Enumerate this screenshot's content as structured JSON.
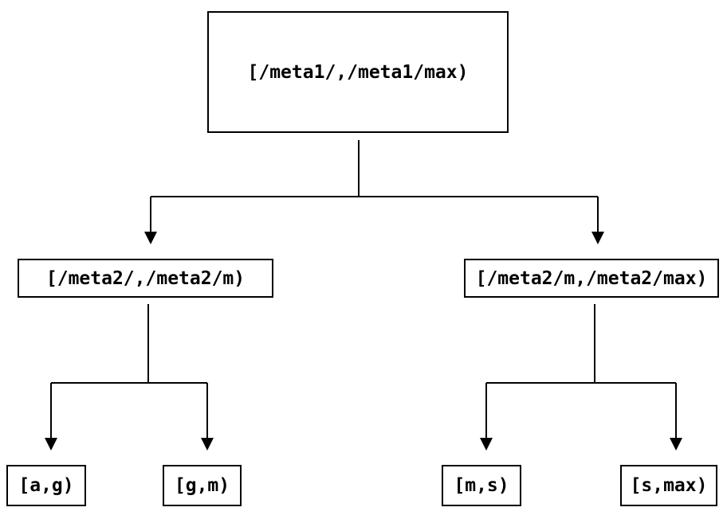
{
  "diagram": {
    "type": "tree",
    "background_color": "#ffffff",
    "line_color": "#000000",
    "nodes": {
      "root": {
        "label": "[/meta1/,/meta1/max)"
      },
      "left_child": {
        "label": "[/meta2/,/meta2/m)"
      },
      "right_child": {
        "label": "[/meta2/m,/meta2/max)"
      },
      "leaf_a_g": {
        "label": "[a,g)"
      },
      "leaf_g_m": {
        "label": "[g,m)"
      },
      "leaf_m_s": {
        "label": "[m,s)"
      },
      "leaf_s_max": {
        "label": "[s,max)"
      }
    },
    "edges": [
      {
        "from": "root",
        "to": "left_child"
      },
      {
        "from": "root",
        "to": "right_child"
      },
      {
        "from": "left_child",
        "to": "leaf_a_g"
      },
      {
        "from": "left_child",
        "to": "leaf_g_m"
      },
      {
        "from": "right_child",
        "to": "leaf_m_s"
      },
      {
        "from": "right_child",
        "to": "leaf_s_max"
      }
    ]
  }
}
